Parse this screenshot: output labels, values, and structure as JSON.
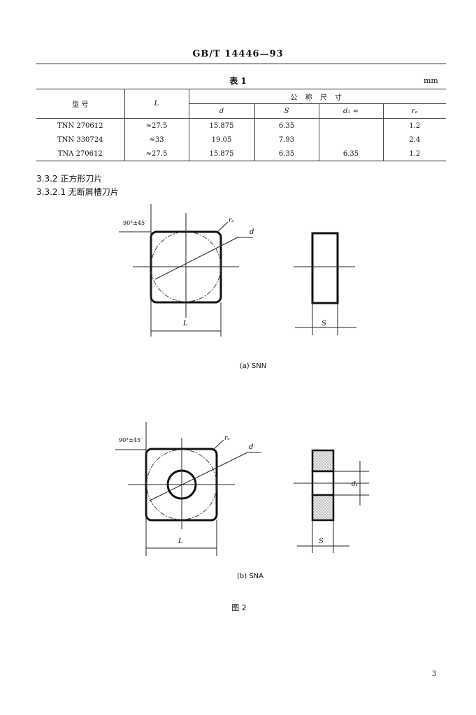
{
  "header": {
    "standard_no": "GB/T 14446—93"
  },
  "table": {
    "caption": "表 1",
    "unit": "mm",
    "col_type": "型 号",
    "col_L": "L",
    "group": "公 称 尺 寸",
    "sub_headers": [
      "d",
      "S",
      "d₁ ≈",
      "rₑ"
    ],
    "rows": [
      {
        "type": "TNN 270612",
        "L": "≈27.5",
        "d": "15.875",
        "S": "6.35",
        "d1": "",
        "re": "1.2"
      },
      {
        "type": "TNN 330724",
        "L": "≈33",
        "d": "19.05",
        "S": "7.93",
        "d1": "",
        "re": "2.4"
      },
      {
        "type": "TNA 270612",
        "L": "≈27.5",
        "d": "15.875",
        "S": "6.35",
        "d1": "6.35",
        "re": "1.2"
      }
    ]
  },
  "sections": {
    "s1": "3.3.2 正方形刀片",
    "s2": "3.3.2.1 无断屑槽刀片"
  },
  "figure": {
    "labels": {
      "angle": "90°±45′",
      "re": "rₑ",
      "d": "d",
      "L": "L",
      "S": "S",
      "d1": "d₁"
    },
    "caption_a": "(a) SNN",
    "caption_b": "(b) SNA",
    "title": "图 2"
  },
  "page_number": "3"
}
